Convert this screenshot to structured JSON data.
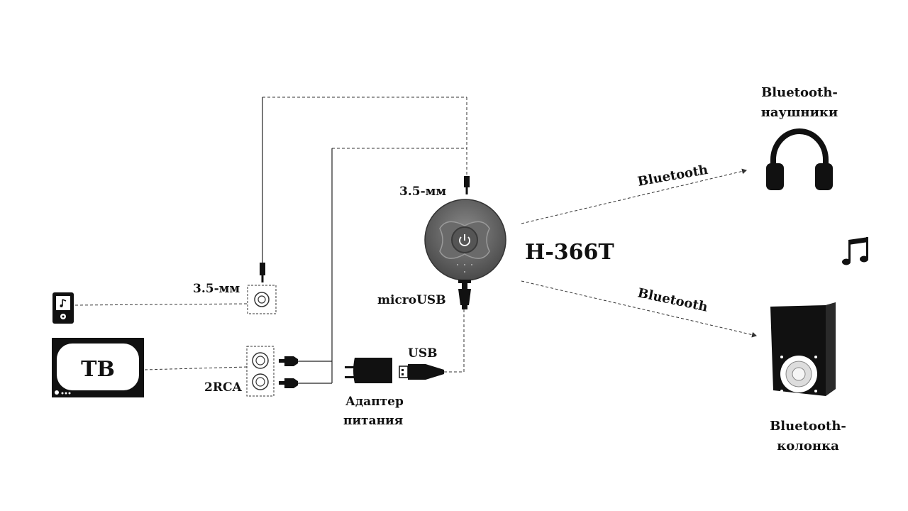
{
  "device": {
    "model": "H-366T",
    "power_icon": "power-icon"
  },
  "labels": {
    "top_jack": "3.5-мм",
    "left_jack": "3.5-мм",
    "rca": "2RCA",
    "micro_usb": "microUSB",
    "usb": "USB",
    "adapter_line1": "Адаптер",
    "adapter_line2": "питания",
    "tv": "ТВ",
    "bt_top": "Bluetooth",
    "bt_bottom": "Bluetooth",
    "headphones_line1": "Bluetooth-",
    "headphones_line2": "наушники",
    "speaker_line1": "Bluetooth-",
    "speaker_line2": "колонка"
  },
  "icons": {
    "player": "music-player-icon",
    "tv": "tv-icon",
    "headphones": "headphones-icon",
    "speaker": "speaker-icon",
    "music": "music-note-icon",
    "adapter": "power-adapter-icon"
  }
}
